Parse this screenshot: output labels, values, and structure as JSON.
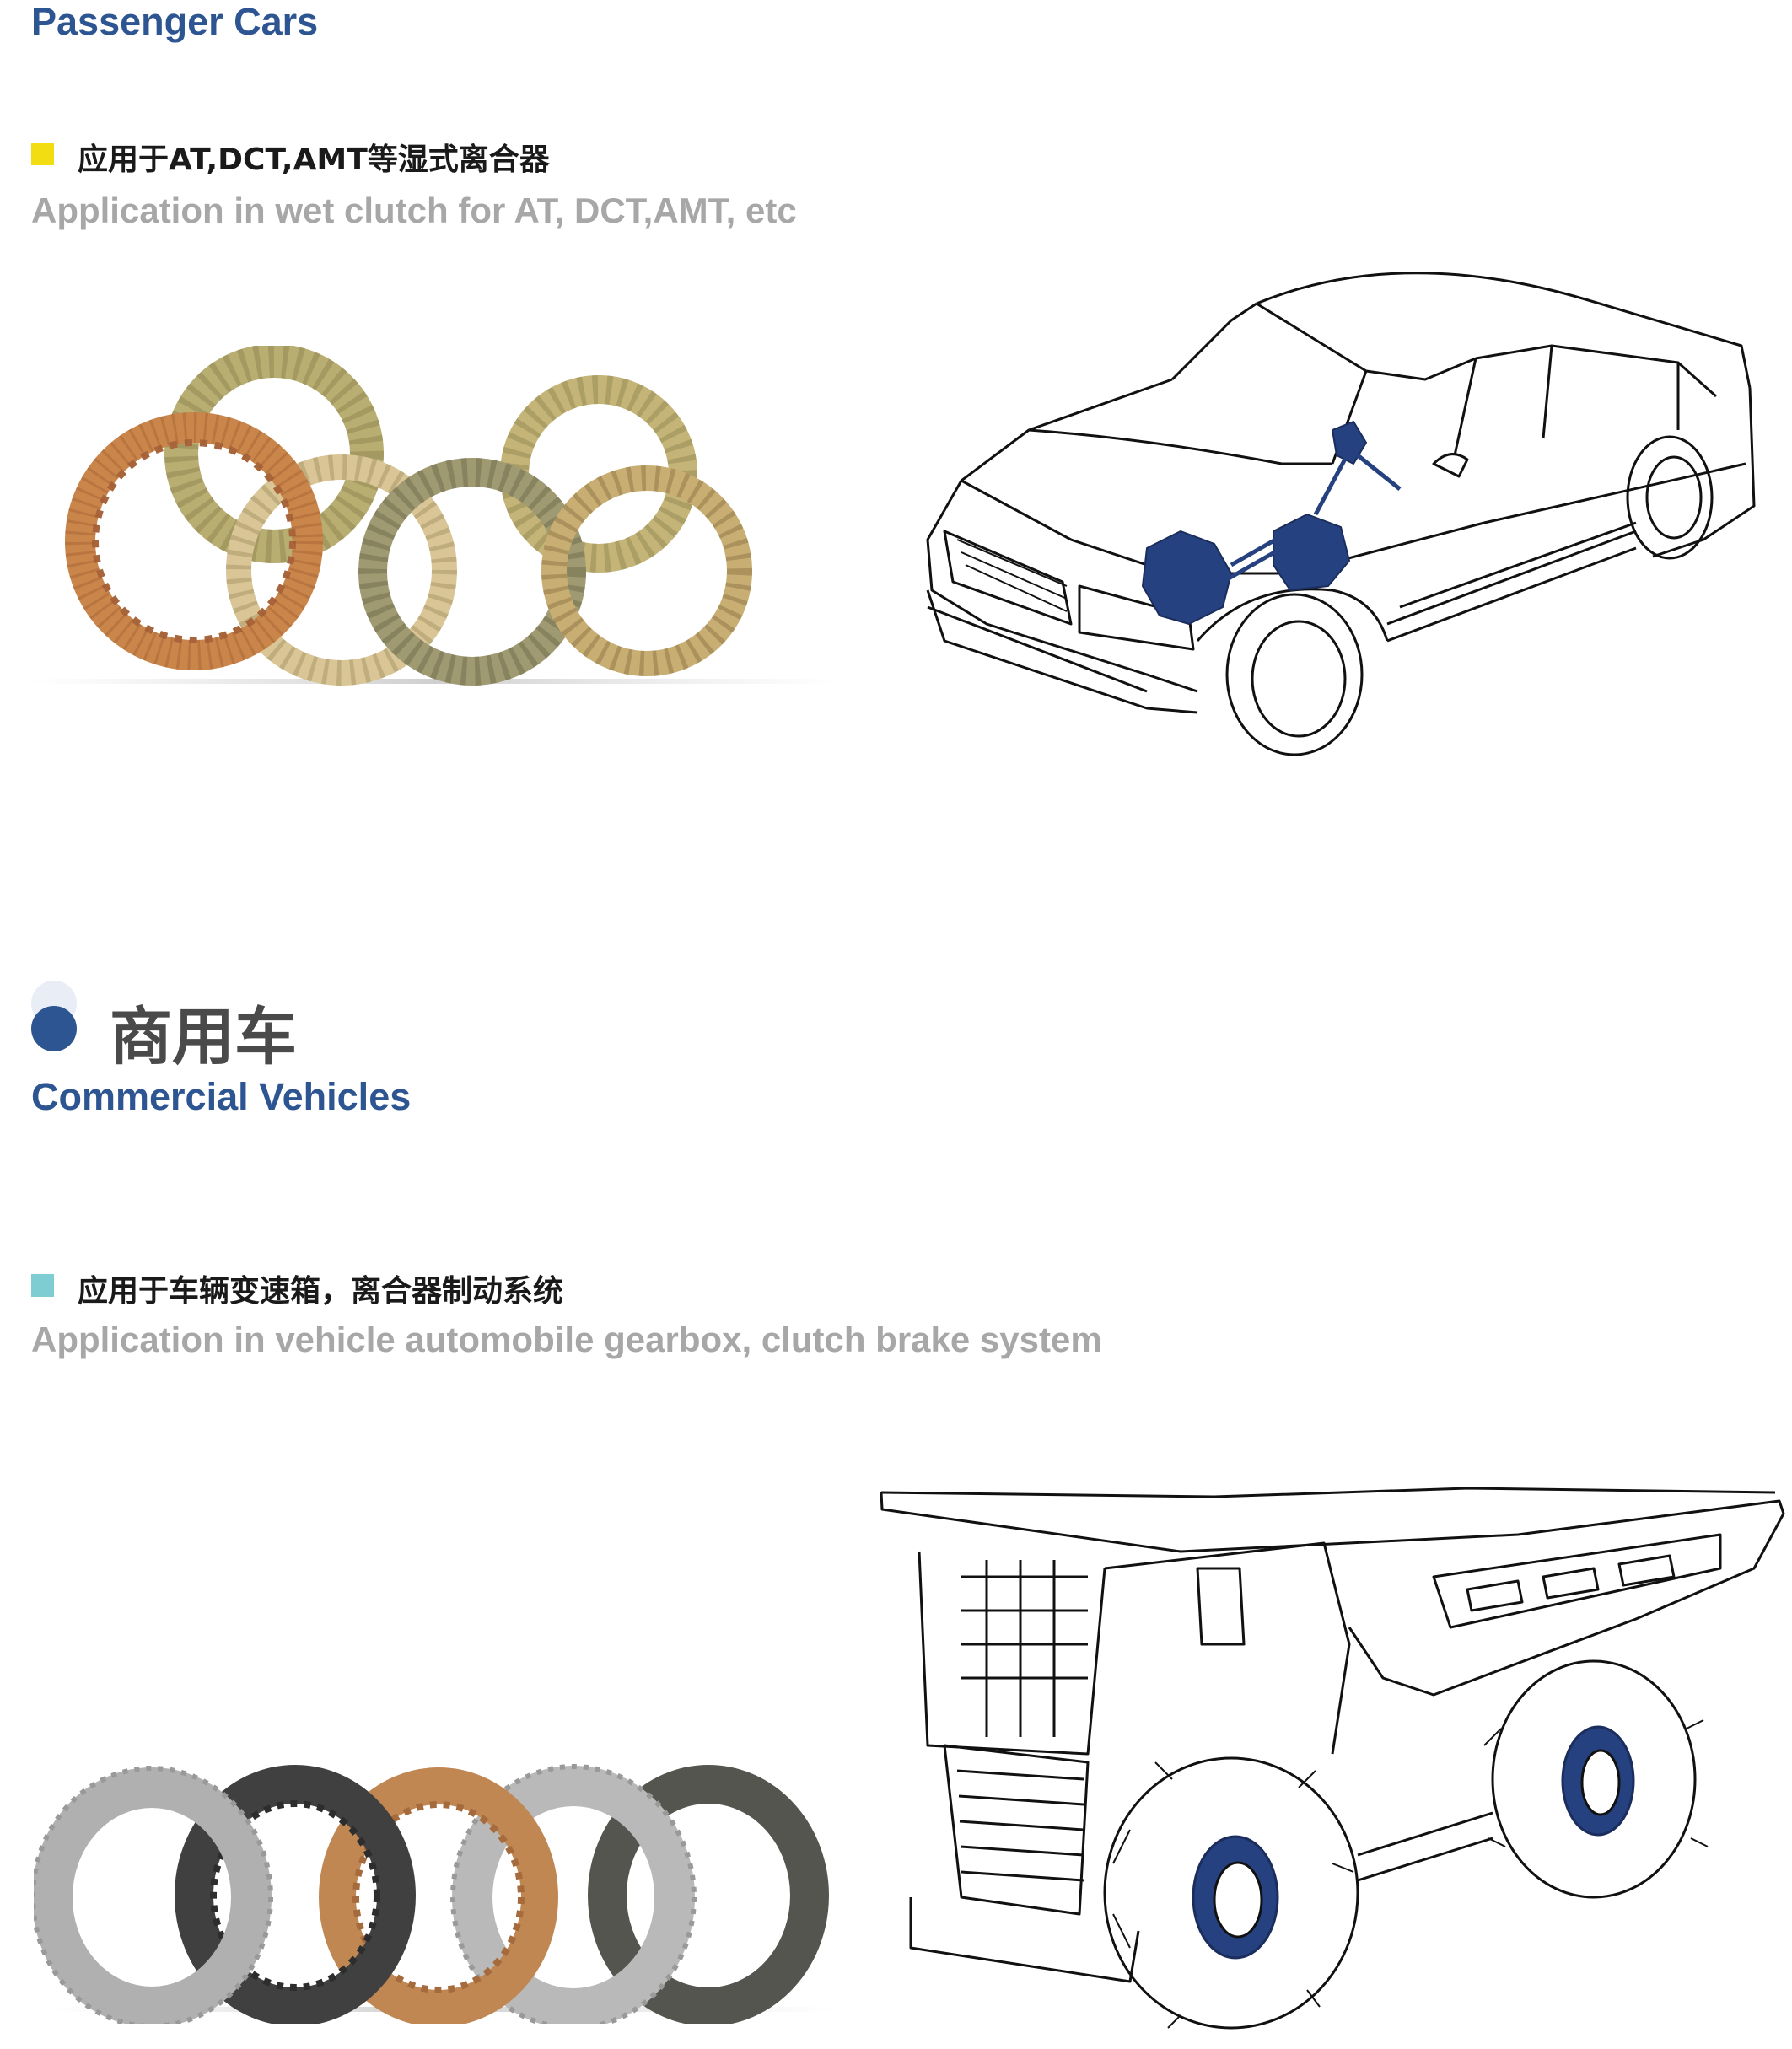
{
  "passenger": {
    "title_en": "Passenger Cars",
    "bullet_color": "#f2dd12",
    "application_zh": "应用于AT,DCT,AMT等湿式离合器",
    "application_en": "Application in wet clutch for AT, DCT,AMT, etc",
    "images": [
      "friction-discs-image",
      "sedan-drivetrain-illustration"
    ]
  },
  "commercial": {
    "title_zh": "商用车",
    "title_en": "Commercial Vehicles",
    "bullet_color": "#7ecdd3",
    "application_zh": "应用于车辆变速箱，离合器制动系统",
    "application_en": "Application in vehicle automobile gearbox, clutch brake system",
    "images": [
      "clutch-plates-image",
      "mining-dump-truck-illustration"
    ]
  },
  "colors": {
    "accent_blue": "#2d5592",
    "gray_text": "#a7a7a7",
    "drivetrain_blue": "#26417f"
  }
}
